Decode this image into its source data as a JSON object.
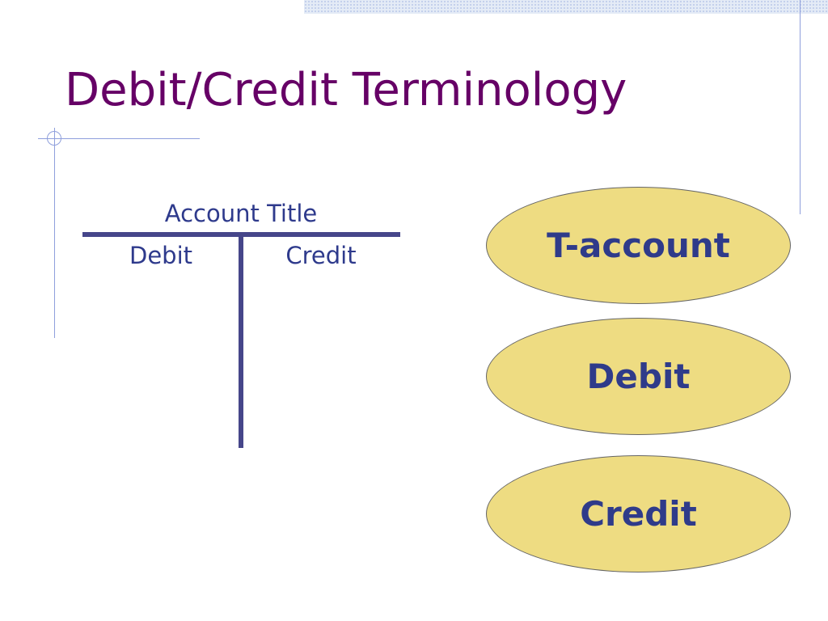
{
  "slide": {
    "title": "Debit/Credit Terminology"
  },
  "t_account": {
    "account_title": "Account Title",
    "left_label": "Debit",
    "right_label": "Credit"
  },
  "terms": [
    {
      "label": "T-account"
    },
    {
      "label": "Debit"
    },
    {
      "label": "Credit"
    }
  ],
  "colors": {
    "title": "#660066",
    "text": "#2e3a8c",
    "t_lines": "#46468a",
    "oval_fill": "#eedc82",
    "decor_lines": "#8f9fdc"
  }
}
